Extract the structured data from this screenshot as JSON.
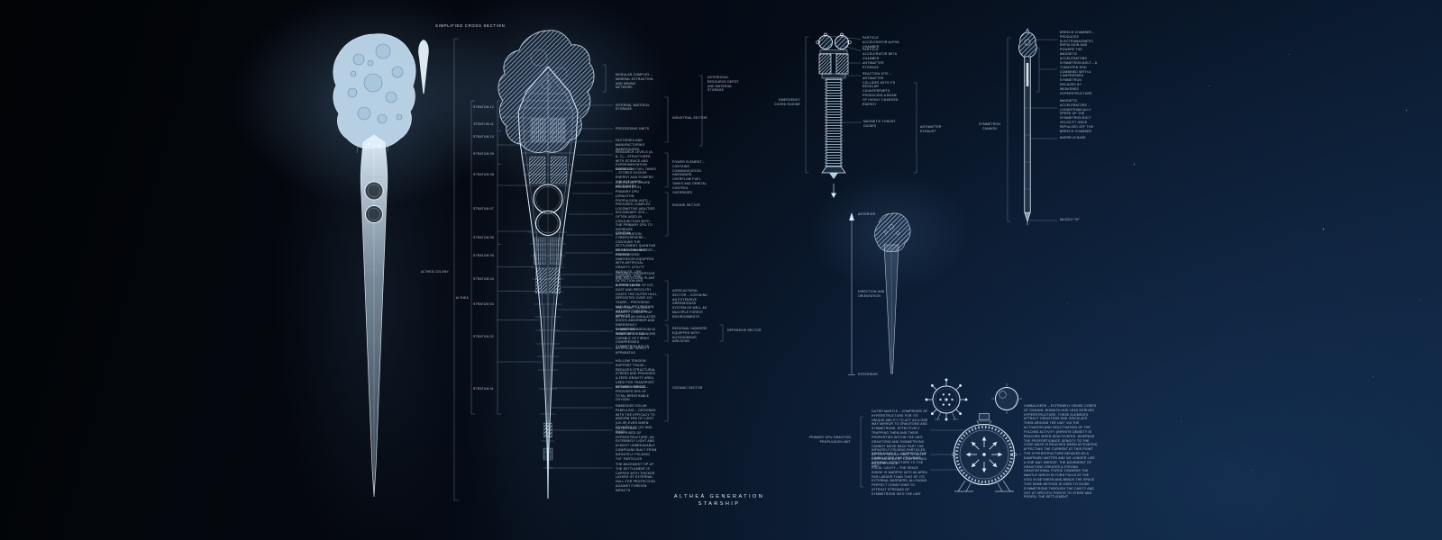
{
  "meta": {
    "title": "ALTHEÁ GENERATION STARSHIP",
    "section_label": "SIMPLIFIED CROSS SECTION"
  },
  "left": {
    "colony_label": "ALTHEÁ COLONY",
    "ship_label": "ALTHEÁ",
    "strata": [
      "STRATUM 12",
      "STRATUM 11",
      "STRATUM 10",
      "STRATUM 09",
      "STRATUM 08",
      "STRATUM 07",
      "STRATUM 06",
      "STRATUM 05",
      "STRATUM 04",
      "STRATUM 03",
      "STRATUM 02",
      "STRATUM 01"
    ]
  },
  "annotations": {
    "items": [
      "MODULAR COMPLEX – MINERAL EXTRACTION AND MINING NETWORK",
      "INTERNAL MATERIAL STORAGE",
      "PROCESSING UNITS",
      "FACTORIES AND MANUFACTURING WAREHOUSES",
      "RESEARCH LEVELS (A, B, C) – STRUCTURED WITH SCIENCE AND EXPERIMENTATION MODULES",
      "OVERFLOW FUEL TANKS – STORES EXCESS ENERGY AND POWERS THE ECE WHEN NECESSARY",
      "EMERGENCY CHORD ENGINES (ECE)",
      "PRIMARY GPU (GRAVITON PROPULSION UNIT) – PROVIDES COMPLEX LOCOMOTIVE ABILITIES",
      "SECONDARY GPU – OFTEN USED IN CONJUNCTION WITH THE PRIMARY GPU TO INCREASE ACCELERATION",
      "CENTRAL CYBEROSPHERE – CONTAINS THE SETTLEMENT QUANTUM OS AND COMMAND CENTRE",
      "RESIDENTIAL SECTOR – PRESSURISED HABITATION EQUIPPED WITH ARTIFICIAL GRAVITY, UTILITY MODULES, LIFE SUPPORT, FIRE DETECTION AND SUPPRESSION",
      "ORGANIC CONVERSION AND RECYCLING PLANT",
      "A THICK LAYER OF ICE, DUST AND REGOLITH COATS THE OUTER HULL, DEPOSITED OVER 100 YEARS – PROVIDING NATURAL PROTECTION AGAINST FOREIGN IMPACTS",
      "THE FLOAT – A ZERO GRAVITY CHASM THAT ACTS AS AN INSULATOR, SHOCK ABSORBER AND EMERGENCY TRANSPORT MEDIUM IN TIMES OF CRISIS",
      "SYMMETRON WEAPONRY – CANNONS CAPABLE OF FIRING COMPRESSED SYMMETRON BOLTS",
      "ARTIFICIAL GRAVITY APPARATUS",
      "HOLLOW TENSION SUPPORT TRUSS – REDUCES STRUCTURAL STRESS AND PROVIDES A ZERO GRAVITY AREA USED FOR TRANSPORT BETWEEN STRATA",
      "OCEANIC HABITAT – PROVIDES 90% OF TOTAL BREATHABLE OXYGEN",
      "EMBEDDED SOLAR PANELLING – DESIGNED WITH THE EFFICACY TO ABSORB 99% OF LIGHT (UV-IR) EVEN WHEN COVERED BY ICE AND DUST",
      "OUTER HULL – COMPRISED OF HYPERSTRUCTURE, AN EXTREMELY LIGHT AND ALMOST UNBREAKABLE COMPOUND BUILT FROM INFINITELY FOLDING \"H2\" PARTICLES",
      "THE BACKMOST TIP OF THE SETTLEMENT IS CAPPED WITH THICKER LAYERS OF EXTERNAL HULL FOR PROTECTION AGAINST FOREIGN IMPACTS"
    ]
  },
  "sectors": {
    "items": [
      "INDUSTRIAL SECTOR",
      "POWER ELEMENT – CONTAINS COMMUNICATION HARDWARE, OVERFLOW FUEL TANKS AND ORBITAL CONTROL OVERRIDES",
      "ENGINE SECTOR",
      "AGRICULTURAL SECTOR – CONTAINS AN EXTENSIVE GREENHOUSE SYSTEM AS WELL AS MULTIPLE FOREST ENVIRONMENTS",
      "REGIONAL HANGERS EQUIPPED WITH AUTONOMOUS AIRLOCKS",
      "OCEANIC SECTOR"
    ],
    "depot": "ASTEROIDAL RESOURCE DEPOT AND MATERIAL STORAGE",
    "defensive": "DEFENSIVE SECTOR"
  },
  "engine": {
    "name": "EMERGENCY CHORD ENGINE",
    "exhaust": "ANTIMATTER EXHAUST",
    "labels": [
      "PARTICLE ACCELERATOR ALPHA CHAMBER",
      "PARTICLE ACCELERATOR BETA CHAMBER",
      "ANTIMATTER STORAGE",
      "REACTION SITE – ANTIMATTER COLLIDES WITH ITS REGULAR COUNTERPARTS PRODUCING A BEAM OF HIGHLY CHARGED ENERGY",
      "MAGNETIC THRUST GUIDES"
    ]
  },
  "direction": {
    "anterior": "ANTERIOR",
    "caption": "DIRECTION AND ORIENTATION",
    "posterior": "POSTERIOR"
  },
  "cannon": {
    "name": "SYMMETRON CANNON",
    "labels": [
      "BREECH CHAMBER – PRODUCES ELECTROMAGNETIC REPULSION AND POWERS THE MAGNETIC ACCELERATORS",
      "SYMMETRON BOLT – A TUNGSTEN ROD COMBINED WITH A COMPRESSED SYMMETRON ENCASED BY WEAKENED HYPERSTRUCTURE",
      "MAGNETIC ACCELERATORS – LOGARITHMICALLY SPEED UP THE SYMMETRON BOLT VELOCITY ONCE REPULSED OFF THE BREECH CHAMBER",
      "BARREL/CHASE",
      "MUZZLE TIP"
    ]
  },
  "gpu": {
    "name": "PRIMARY GPU GRAVITON PROPULSION UNIT",
    "outer_mantle": "OUTER MANTLE – COMPRISED OF HYPERSTRUCTURE FOR ITS UNIQUE ABILITY TO ACT AS A ONE WAY MIRROR TO GRAVITONS AND SYMMETRONS, EFFECTIVELY TRAPPING THEM AND THEIR PROPERTIES WITHIN THE UNIT. GRAVITONS AND SYMMETRONS CANNOT MOVE BACK PAST THE INFINITELY FOLDING PARTICLES AS THEY WOULD HAVE TO MOVE OVER AN AREA OF COMPRESSED INFINITE SPACE",
    "inner_mantle": "INNER MANTLE – SUPPORTS THE GIMBALISERS AND PROVIDES INTERNAL STRUCTURE TO THE UNIT",
    "focal_cavity": "FOCAL CAVITY – THE SPACE INSIDE IS WARPED INTO AN AREA FAR LARGER THAN THAT OF ITS EXTERNAL BARRIERS, ALLOWING PERFECT CONDITIONS TO ATTRACT STREAMS OF SYMMETRONS INTO THE UNIT",
    "gimbalisers": "GIMBALISERS – EXTREMELY DENSE CORES OF OSMIUM, BISMUTH AND LEAD DERIVED HYPERSTRUCTURE. THESE ELEMENTS ATTRACT GRAVITONS AND CIRCULATE THEM AROUND THE UNIT VIA THE ACTIVATION AND DEACTIVATION OF THE FOLDING ACTIVITY (INFINITE DENSITY IS REACHED WHEN DEACTIVATED, WHEREAS THE PROPORTIONATE DENSITY TO THE CORE MASS IS REACHED WHEN ACTIVATED) AFFECTING THE CURRENT AT THIS POINT. THE HYPERSTRUCTURE BEHAVES AS A DAMPENED MATTER AND NO LONGER LIKE A ONE WAY MIRROR. THE MOVEMENT OF GRAVITONS CREATES A STRONG GRAVITATIONAL FORCE TOWARDS THE MANTLE WHICH IN TURN PULLS AT THE VOID IN BETWEEN AND BENDS THE SPACE. THIS SAME METHOD IS USED TO GUIDE SYMMETRONS THROUGH THE CAVITY AND OUT AT SPECIFIC POINTS TO STEER AND PROPEL THE SETTLEMENT"
  },
  "colors": {
    "background_deep": "#020406",
    "background_blue": "#0c1e35",
    "line": "#aac6e2",
    "ink": "#cfe1f1"
  }
}
